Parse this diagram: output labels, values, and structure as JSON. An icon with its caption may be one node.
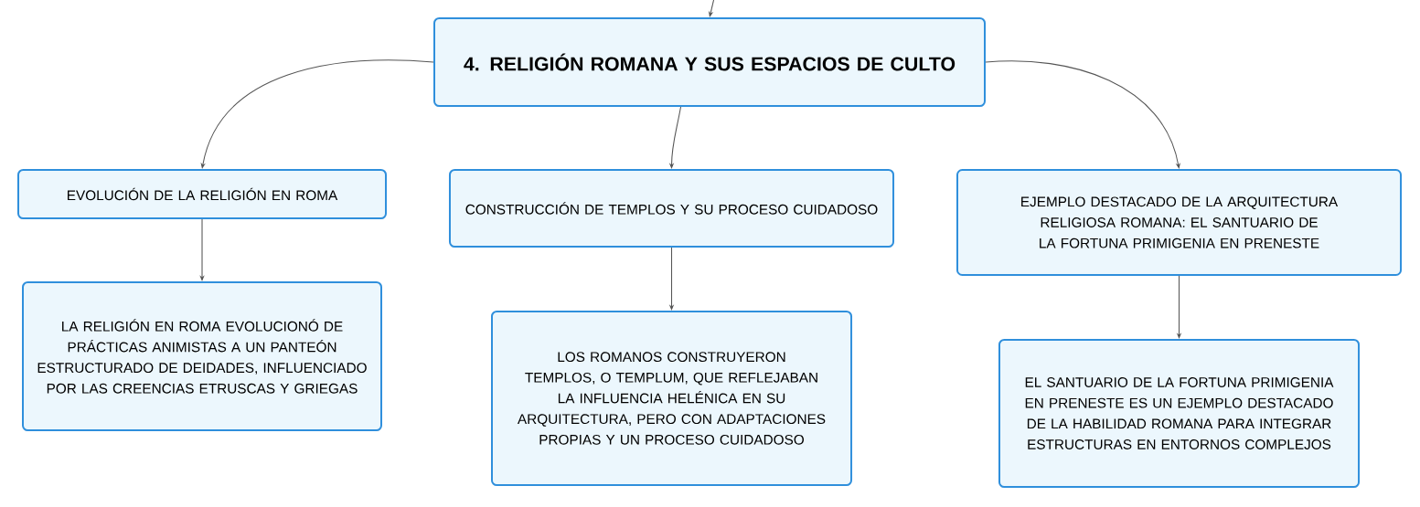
{
  "diagram": {
    "nodes": [
      {
        "text": [
          "4. RELIGIÓN ROMANA Y SUS ESPACIOS DE CULTO"
        ]
      },
      {
        "text": [
          "EVOLUCIÓN DE LA RELIGIÓN EN ROMA"
        ]
      },
      {
        "text": [
          "CONSTRUCCIÓN DE TEMPLOS Y SU PROCESO CUIDADOSO"
        ]
      },
      {
        "text": [
          "EJEMPLO DESTACADO DE LA ARQUITECTURA RELIGIOSA ROMANA: EL SANTUARIO DE LA FORTUNA PRIMIGENIA EN PRENESTE"
        ]
      },
      {
        "text": [
          "LA RELIGIÓN EN ROMA EVOLUCIONÓ DE PRÁCTICAS ANIMISTAS A UN PANTEÓN ESTRUCTURADO DE DEIDADES, INFLUENCIADO POR LAS CREENCIAS ETRUSCAS Y GRIEGAS"
        ]
      },
      {
        "text": [
          "LOS ROMANOS CONSTRUYERON TEMPLOS, O TEMPLUM, QUE REFLEJABAN LA INFLUENCIA HELÉNICA EN SU ARQUITECTURA, PERO CON ADAPTACIONES PROPIAS Y UN PROCESO CUIDADOSO"
        ]
      },
      {
        "text": [
          "EL SANTUARIO DE LA FORTUNA PRIMIGENIA EN PRENESTE ES UN EJEMPLO DESTACADO DE LA HABILIDAD ROMANA PARA INTEGRAR ESTRUCTURAS EN ENTORNOS COMPLEJOS"
        ]
      }
    ],
    "edges": [
      {
        "from": null,
        "to": 0,
        "arrow": "to"
      },
      {
        "from": 0,
        "to": 1,
        "arrow": "to"
      },
      {
        "from": 0,
        "to": 2,
        "arrow": "to"
      },
      {
        "from": 0,
        "to": 3,
        "arrow": "to"
      },
      {
        "from": 1,
        "to": 4,
        "arrow": "to"
      },
      {
        "from": 2,
        "to": 5,
        "arrow": "to"
      },
      {
        "from": 3,
        "to": 6,
        "arrow": "to"
      }
    ]
  }
}
